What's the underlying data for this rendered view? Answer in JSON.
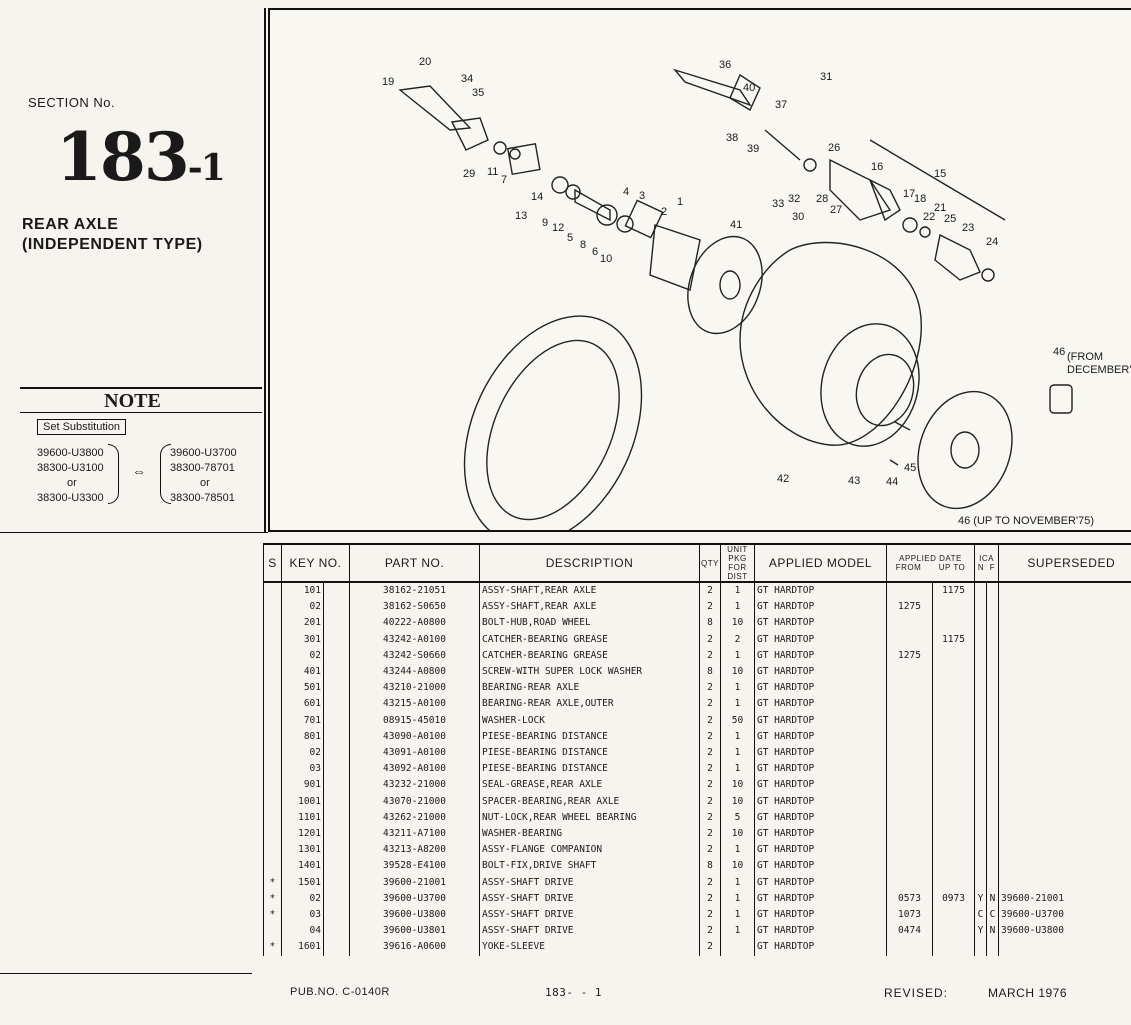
{
  "section": {
    "label": "SECTION No.",
    "number": "183",
    "suffix": "-1"
  },
  "title": {
    "line1": "REAR AXLE",
    "line2": "(INDEPENDENT TYPE)"
  },
  "note": {
    "heading": "NOTE",
    "set_substitution": "Set Substitution",
    "left": [
      "39600-U3800",
      "38300-U3100",
      "or",
      "38300-U3300"
    ],
    "right": [
      "39600-U3700",
      "38300-78701",
      "or",
      "38300-78501"
    ],
    "arrow": "⇔"
  },
  "diagram": {
    "callouts": [
      "20",
      "19",
      "34",
      "35",
      "29",
      "11",
      "7",
      "36",
      "40",
      "38",
      "39",
      "37",
      "31",
      "26",
      "16",
      "15",
      "32",
      "33",
      "28",
      "30",
      "27",
      "17",
      "18",
      "22",
      "21",
      "25",
      "23",
      "24",
      "4",
      "3",
      "1",
      "2",
      "14",
      "13",
      "9",
      "12",
      "5",
      "8",
      "6",
      "10",
      "41",
      "42",
      "43",
      "44",
      "45",
      "46",
      "(FROM",
      "DECEMBER'",
      "46 (UP TO NOVEMBER'75)"
    ]
  },
  "table": {
    "headers": {
      "s": "S",
      "key": "KEY NO.",
      "part": "PART   NO.",
      "desc": "DESCRIPTION",
      "qty": "QTY",
      "unit_pkg": "UNIT PKG",
      "for_dist": "FOR DIST",
      "model": "APPLIED MODEL",
      "applied_date": "APPLIED DATE",
      "from": "FROM",
      "upto": "UP TO",
      "ica": "ICA",
      "n": "N",
      "f": "F",
      "superseded": "SUPERSEDED"
    },
    "rows": [
      {
        "s": "",
        "key": "101",
        "part": "38162-21051",
        "desc": "ASSY-SHAFT,REAR AXLE",
        "qty": "2",
        "pkg": "1",
        "model": "GT HARDTOP",
        "from": "",
        "upto": "1175",
        "n": "",
        "f": "",
        "sup": ""
      },
      {
        "s": "",
        "key": "02",
        "part": "38162-S0650",
        "desc": "ASSY-SHAFT,REAR AXLE",
        "qty": "2",
        "pkg": "1",
        "model": "GT HARDTOP",
        "from": "1275",
        "upto": "",
        "n": "",
        "f": "",
        "sup": ""
      },
      {
        "s": "",
        "key": "201",
        "part": "40222-A0800",
        "desc": "BOLT-HUB,ROAD WHEEL",
        "qty": "8",
        "pkg": "10",
        "model": "GT HARDTOP",
        "from": "",
        "upto": "",
        "n": "",
        "f": "",
        "sup": ""
      },
      {
        "s": "",
        "key": "301",
        "part": "43242-A0100",
        "desc": "CATCHER-BEARING GREASE",
        "qty": "2",
        "pkg": "2",
        "model": "GT HARDTOP",
        "from": "",
        "upto": "1175",
        "n": "",
        "f": "",
        "sup": ""
      },
      {
        "s": "",
        "key": "02",
        "part": "43242-S0660",
        "desc": "CATCHER-BEARING GREASE",
        "qty": "2",
        "pkg": "1",
        "model": "GT HARDTOP",
        "from": "1275",
        "upto": "",
        "n": "",
        "f": "",
        "sup": ""
      },
      {
        "s": "",
        "key": "401",
        "part": "43244-A0800",
        "desc": "SCREW-WITH SUPER LOCK WASHER",
        "qty": "8",
        "pkg": "10",
        "model": "GT HARDTOP",
        "from": "",
        "upto": "",
        "n": "",
        "f": "",
        "sup": ""
      },
      {
        "s": "",
        "key": "501",
        "part": "43210-21000",
        "desc": "BEARING-REAR AXLE",
        "qty": "2",
        "pkg": "1",
        "model": "GT HARDTOP",
        "from": "",
        "upto": "",
        "n": "",
        "f": "",
        "sup": ""
      },
      {
        "s": "",
        "key": "601",
        "part": "43215-A0100",
        "desc": "BEARING-REAR AXLE,OUTER",
        "qty": "2",
        "pkg": "1",
        "model": "GT HARDTOP",
        "from": "",
        "upto": "",
        "n": "",
        "f": "",
        "sup": ""
      },
      {
        "s": "",
        "key": "701",
        "part": "08915-45010",
        "desc": "WASHER-LOCK",
        "qty": "2",
        "pkg": "50",
        "model": "GT HARDTOP",
        "from": "",
        "upto": "",
        "n": "",
        "f": "",
        "sup": ""
      },
      {
        "s": "",
        "key": "801",
        "part": "43090-A0100",
        "desc": "PIESE-BEARING DISTANCE",
        "qty": "2",
        "pkg": "1",
        "model": "GT HARDTOP",
        "from": "",
        "upto": "",
        "n": "",
        "f": "",
        "sup": ""
      },
      {
        "s": "",
        "key": "02",
        "part": "43091-A0100",
        "desc": "PIESE-BEARING DISTANCE",
        "qty": "2",
        "pkg": "1",
        "model": "GT HARDTOP",
        "from": "",
        "upto": "",
        "n": "",
        "f": "",
        "sup": ""
      },
      {
        "s": "",
        "key": "03",
        "part": "43092-A0100",
        "desc": "PIESE-BEARING DISTANCE",
        "qty": "2",
        "pkg": "1",
        "model": "GT HARDTOP",
        "from": "",
        "upto": "",
        "n": "",
        "f": "",
        "sup": ""
      },
      {
        "s": "",
        "key": "901",
        "part": "43232-21000",
        "desc": "SEAL-GREASE,REAR AXLE",
        "qty": "2",
        "pkg": "10",
        "model": "GT HARDTOP",
        "from": "",
        "upto": "",
        "n": "",
        "f": "",
        "sup": ""
      },
      {
        "s": "",
        "key": "1001",
        "part": "43070-21000",
        "desc": "SPACER-BEARING,REAR AXLE",
        "qty": "2",
        "pkg": "10",
        "model": "GT HARDTOP",
        "from": "",
        "upto": "",
        "n": "",
        "f": "",
        "sup": ""
      },
      {
        "s": "",
        "key": "1101",
        "part": "43262-21000",
        "desc": "NUT-LOCK,REAR WHEEL BEARING",
        "qty": "2",
        "pkg": "5",
        "model": "GT HARDTOP",
        "from": "",
        "upto": "",
        "n": "",
        "f": "",
        "sup": ""
      },
      {
        "s": "",
        "key": "1201",
        "part": "43211-A7100",
        "desc": "WASHER-BEARING",
        "qty": "2",
        "pkg": "10",
        "model": "GT HARDTOP",
        "from": "",
        "upto": "",
        "n": "",
        "f": "",
        "sup": ""
      },
      {
        "s": "",
        "key": "1301",
        "part": "43213-A8200",
        "desc": "ASSY-FLANGE COMPANION",
        "qty": "2",
        "pkg": "1",
        "model": "GT HARDTOP",
        "from": "",
        "upto": "",
        "n": "",
        "f": "",
        "sup": ""
      },
      {
        "s": "",
        "key": "1401",
        "part": "39528-E4100",
        "desc": "BOLT-FIX,DRIVE SHAFT",
        "qty": "8",
        "pkg": "10",
        "model": "GT HARDTOP",
        "from": "",
        "upto": "",
        "n": "",
        "f": "",
        "sup": ""
      },
      {
        "s": "*",
        "key": "1501",
        "part": "39600-21001",
        "desc": "ASSY-SHAFT DRIVE",
        "qty": "2",
        "pkg": "1",
        "model": "GT HARDTOP",
        "from": "",
        "upto": "",
        "n": "",
        "f": "",
        "sup": ""
      },
      {
        "s": "*",
        "key": "02",
        "part": "39600-U3700",
        "desc": "ASSY-SHAFT DRIVE",
        "qty": "2",
        "pkg": "1",
        "model": "GT HARDTOP",
        "from": "0573",
        "upto": "0973",
        "n": "Y",
        "f": "N",
        "sup": "39600-21001"
      },
      {
        "s": "*",
        "key": "03",
        "part": "39600-U3800",
        "desc": "ASSY-SHAFT DRIVE",
        "qty": "2",
        "pkg": "1",
        "model": "GT HARDTOP",
        "from": "1073",
        "upto": "",
        "n": "C",
        "f": "C",
        "sup": "39600-U3700"
      },
      {
        "s": "",
        "key": "04",
        "part": "39600-U3801",
        "desc": "ASSY-SHAFT DRIVE",
        "qty": "2",
        "pkg": "1",
        "model": "GT HARDTOP",
        "from": "0474",
        "upto": "",
        "n": "Y",
        "f": "N",
        "sup": "39600-U3800"
      },
      {
        "s": "*",
        "key": "1601",
        "part": "39616-A0600",
        "desc": "YOKE-SLEEVE",
        "qty": "2",
        "pkg": "",
        "model": "GT HARDTOP",
        "from": "",
        "upto": "",
        "n": "",
        "f": "",
        "sup": ""
      }
    ]
  },
  "footer": {
    "pub": "PUB.NO.  C-0140R",
    "page": "183-  -  1",
    "revised_label": "REVISED:",
    "revised_date": "MARCH 1976"
  }
}
